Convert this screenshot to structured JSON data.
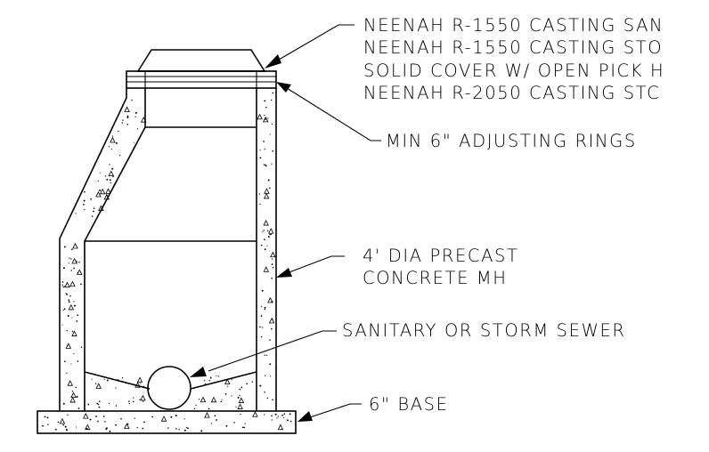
{
  "callouts": {
    "casting": {
      "lines": [
        "NEENAH R-1550 CASTING SAN",
        "NEENAH R-1550 CASTING STO",
        "SOLID COVER W/ OPEN PICK H",
        "NEENAH R-2050 CASTING STC"
      ]
    },
    "rings": "MIN 6\" ADJUSTING RINGS",
    "manhole": {
      "lines": [
        "4' DIA PRECAST",
        "CONCRETE MH"
      ]
    },
    "sewer": "SANITARY OR STORM SEWER",
    "base": "6\" BASE"
  },
  "colors": {
    "line": "#000000",
    "background": "#ffffff"
  }
}
